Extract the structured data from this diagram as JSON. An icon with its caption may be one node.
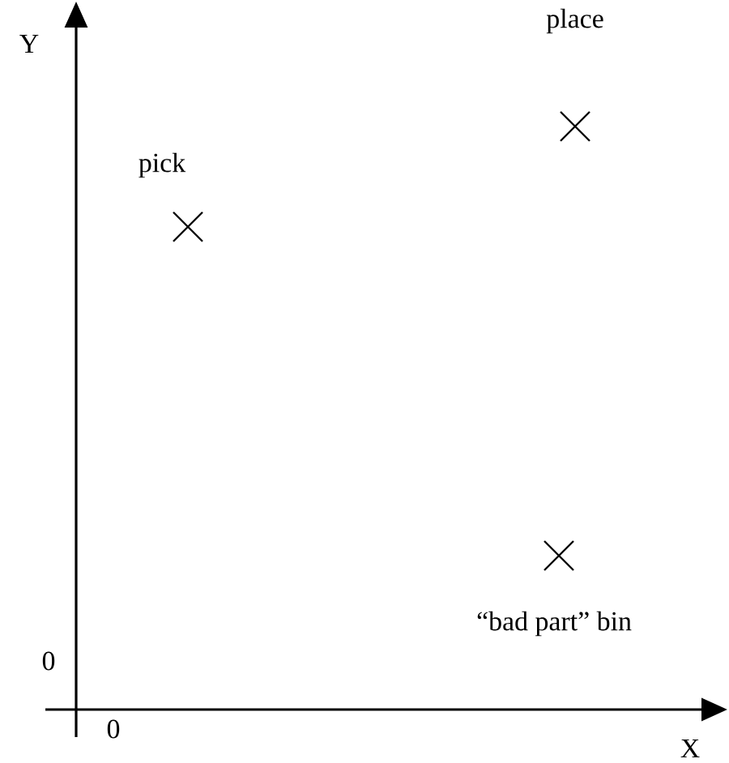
{
  "diagram": {
    "labels": [
      "place",
      "Y",
      "pick",
      "“bad part” bin",
      "0",
      "0",
      "X"
    ]
  }
}
